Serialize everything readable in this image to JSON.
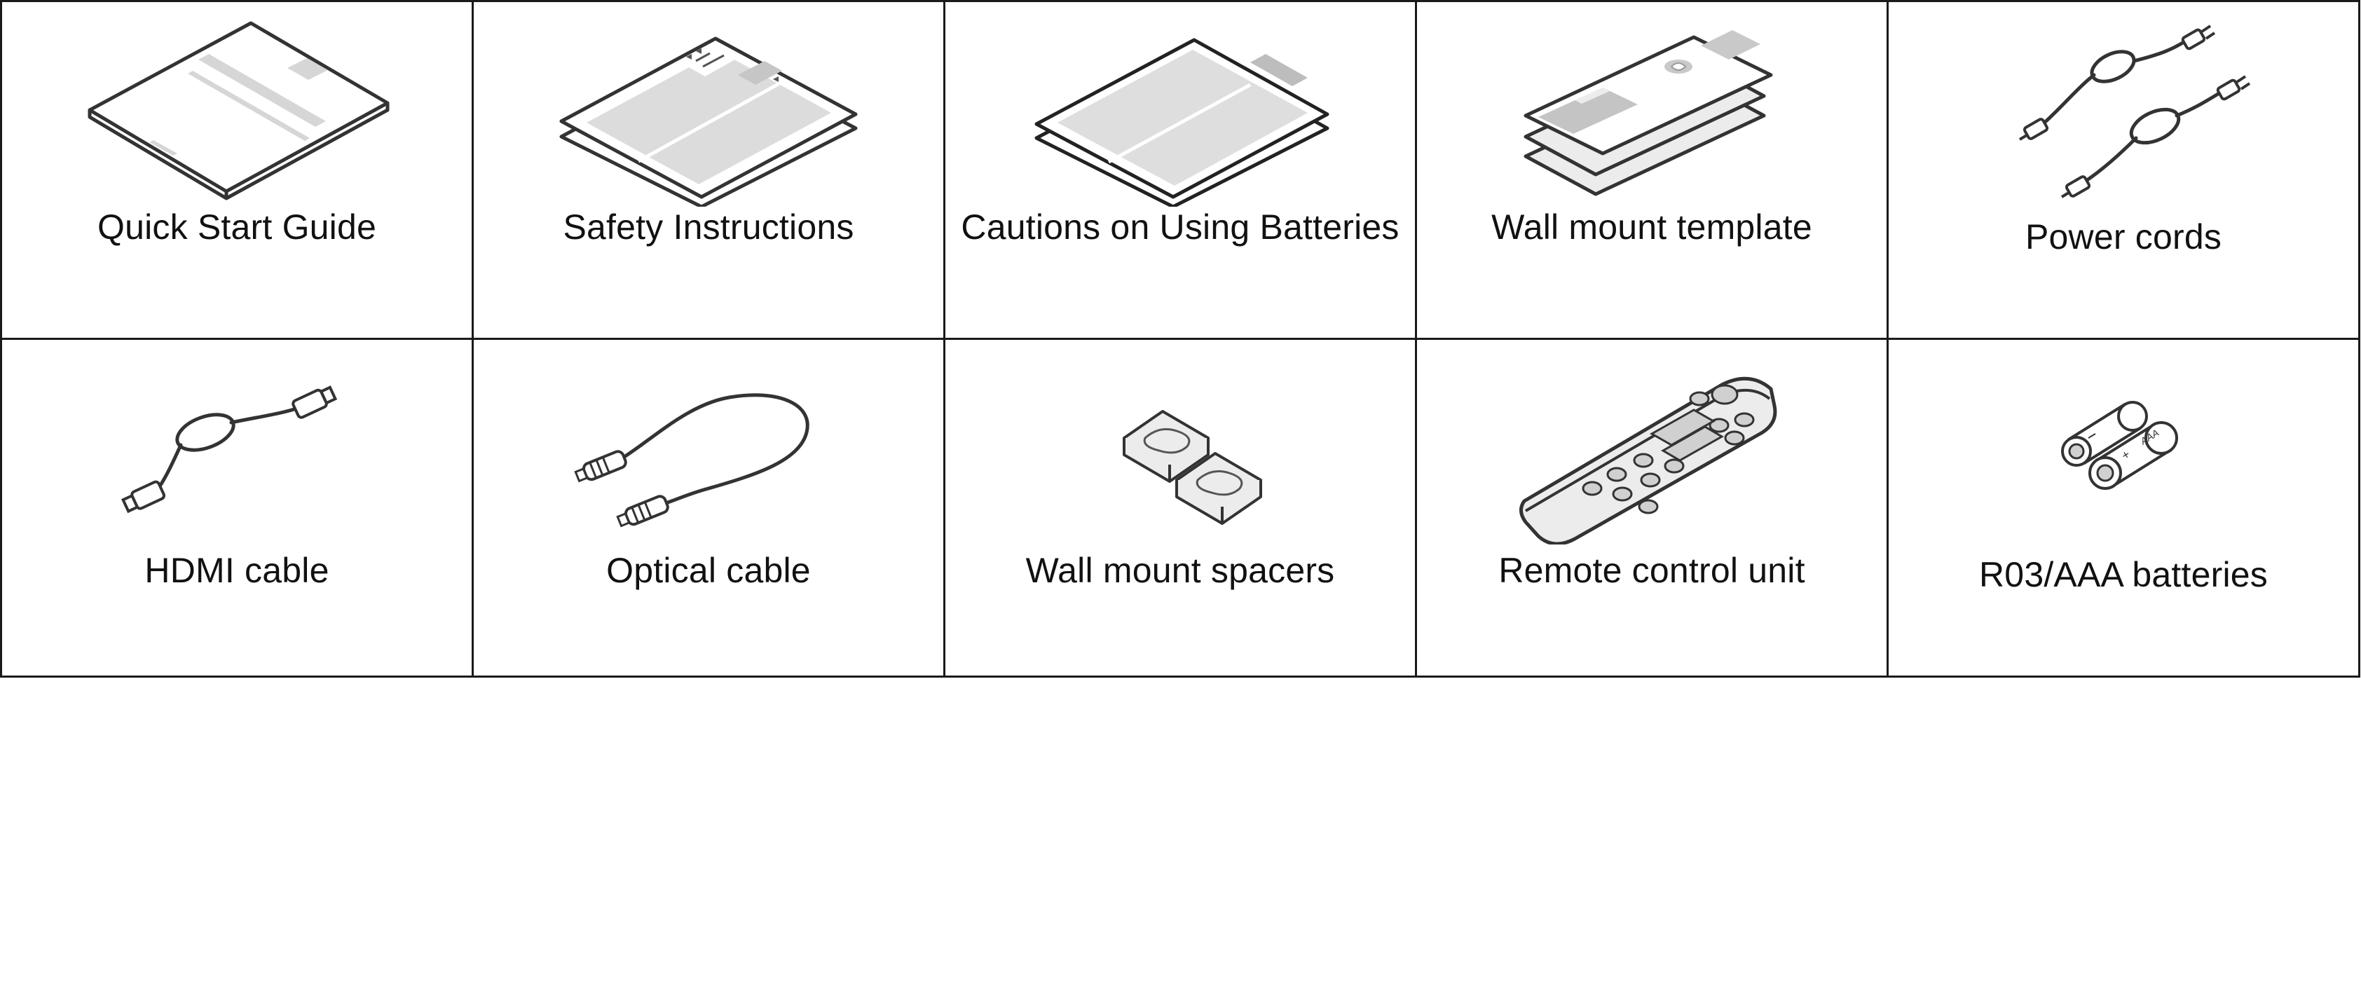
{
  "accessories": {
    "row1": [
      {
        "label": "Quick Start Guide",
        "icon": "booklet-icon"
      },
      {
        "label": "Safety Instructions",
        "icon": "folded-sheet-icon"
      },
      {
        "label": "Cautions on Using Batteries",
        "icon": "folded-leaflet-icon"
      },
      {
        "label": "Wall mount template",
        "icon": "template-sheets-icon"
      },
      {
        "label": "Power cords",
        "icon": "power-cord-icon"
      }
    ],
    "row2": [
      {
        "label": "HDMI cable",
        "icon": "hdmi-cable-icon"
      },
      {
        "label": "Optical cable",
        "icon": "optical-cable-icon"
      },
      {
        "label": "Wall mount spacers",
        "icon": "spacer-pads-icon"
      },
      {
        "label": "Remote control unit",
        "icon": "remote-control-icon"
      },
      {
        "label": "R03/AAA batteries",
        "icon": "batteries-icon"
      }
    ]
  },
  "colors": {
    "line": "#333333",
    "fill_gray": "#d9d9d9",
    "fill_light": "#ececec",
    "text": "#111111"
  }
}
